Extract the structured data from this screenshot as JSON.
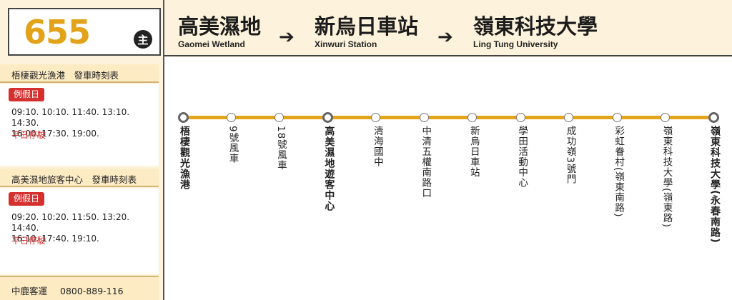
{
  "route": {
    "number": "655",
    "badge": "主"
  },
  "header": {
    "stops": [
      {
        "zh": "高美濕地",
        "en": "Gaomei Wetland"
      },
      {
        "zh": "新烏日車站",
        "en": "Xinwuri Station"
      },
      {
        "zh": "嶺東科技大學",
        "en": "Ling Tung University"
      }
    ],
    "arrow": "➔"
  },
  "timetables": [
    {
      "title": "梧棲觀光漁港　發車時刻表",
      "holiday_label": "例假日",
      "times": [
        "09:10. 10:10. 11:40. 13:10. 14:30.",
        "16:00. 17:30. 19:00."
      ],
      "weekday_note": "平日停駛"
    },
    {
      "title": "高美濕地旅客中心　發車時刻表",
      "holiday_label": "例假日",
      "times": [
        "09:20. 10:20. 11:50. 13:20. 14:40.",
        "16:10. 17:40. 19:10."
      ],
      "weekday_note": "平日停駛"
    }
  ],
  "company": {
    "name": "中鹿客運",
    "phone": "0800-889-116"
  },
  "stops": [
    {
      "name": "梧棲觀光漁港",
      "major": true
    },
    {
      "name": "9號風車",
      "major": false
    },
    {
      "name": "18號風車",
      "major": false
    },
    {
      "name": "高美濕地遊客中心",
      "major": true
    },
    {
      "name": "清海國中",
      "major": false
    },
    {
      "name": "中清五權南路口",
      "major": false
    },
    {
      "name": "新烏日車站",
      "major": false
    },
    {
      "name": "學田活動中心",
      "major": false
    },
    {
      "name": "成功嶺3號門",
      "major": false
    },
    {
      "name": "彩虹眷村(嶺東南路)",
      "major": false
    },
    {
      "name": "嶺東科技大學(嶺東路)",
      "major": false
    },
    {
      "name": "嶺東科技大學(永春南路)",
      "major": true
    }
  ],
  "colors": {
    "route": "#e4a51b",
    "holiday": "#d4302e",
    "panel": "#fdf3dc"
  }
}
